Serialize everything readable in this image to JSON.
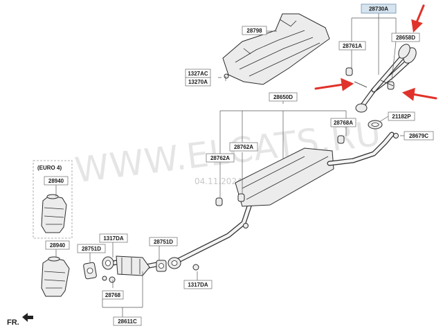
{
  "watermark": {
    "text": "WWW.ELCATS.RU",
    "date": "04.11.2024"
  },
  "variant_label": "(EURO 4)",
  "direction_label": "FR.",
  "parts": {
    "p28730A": "28730A",
    "p28658D": "28658D",
    "p28761A": "28761A",
    "p28798": "28798",
    "p1327AC": "1327AC",
    "p13270A": "13270A",
    "p28650D": "28650D",
    "p28768A": "28768A",
    "p21182P": "21182P",
    "p28679C": "28679C",
    "p28762A_1": "28762A",
    "p28762A_2": "28762A",
    "p28940_1": "28940",
    "p28940_2": "28940",
    "p1317DA_1": "1317DA",
    "p28751D_1": "28751D",
    "p28751D_2": "28751D",
    "p28768": "28768",
    "p28611C": "28611C",
    "p1317DA_2": "1317DA"
  },
  "colors": {
    "highlight_box": "#d6e4f0",
    "annotation_arrow": "#e0322a"
  }
}
